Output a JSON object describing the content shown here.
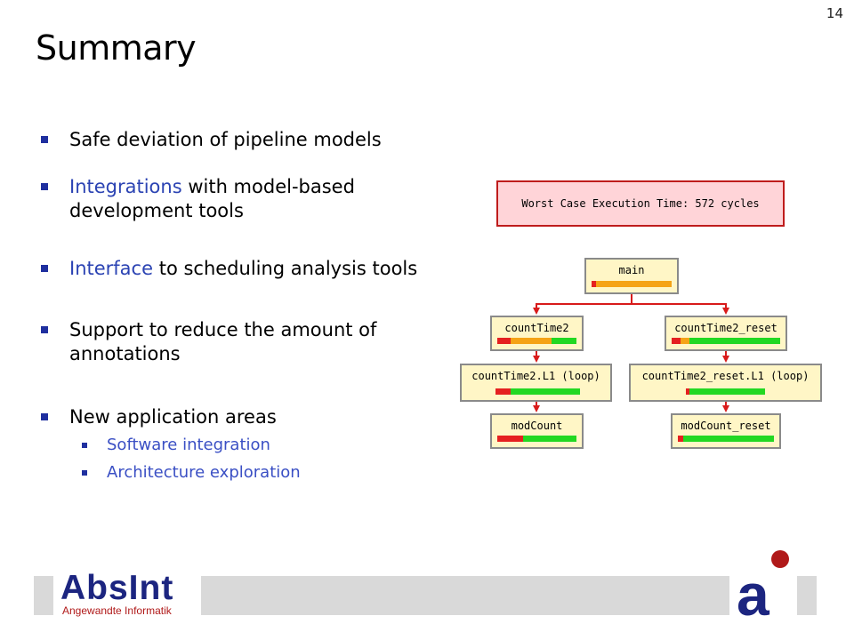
{
  "page_number": "14",
  "title": "Summary",
  "bullets": {
    "b1": "Safe deviation of pipeline models",
    "b2": {
      "hl": "Integrations",
      "rest": " with model-based",
      "line2": "development tools"
    },
    "b3": {
      "hl": "Interface",
      "rest": " to scheduling analysis tools"
    },
    "b4": {
      "line1": "Support to reduce the amount of",
      "line2": "annotations"
    },
    "b5": "New application areas",
    "sub1": "Software integration",
    "sub2": "Architecture exploration"
  },
  "wcet_label": "Worst Case Execution Time: 572 cycles",
  "call_graph": {
    "main": {
      "label": "main",
      "bar": [
        {
          "color": "#e52020",
          "frac": 0.06
        },
        {
          "color": "#f5a316",
          "frac": 0.94
        }
      ]
    },
    "countTime2": {
      "label": "countTime2",
      "bar": [
        {
          "color": "#e52020",
          "frac": 0.17
        },
        {
          "color": "#f5a316",
          "frac": 0.51
        },
        {
          "color": "#22d822",
          "frac": 0.32
        }
      ]
    },
    "countTime2_reset": {
      "label": "countTime2_reset",
      "bar": [
        {
          "color": "#e52020",
          "frac": 0.08
        },
        {
          "color": "#f5a316",
          "frac": 0.08
        },
        {
          "color": "#22d822",
          "frac": 0.84
        }
      ]
    },
    "countTime2_L1": {
      "label": "countTime2.L1 (loop)",
      "bar": [
        {
          "color": "#e52020",
          "frac": 0.18
        },
        {
          "color": "#22d822",
          "frac": 0.82
        }
      ]
    },
    "countTime2_reset_L1": {
      "label": "countTime2_reset.L1 (loop)",
      "bar": [
        {
          "color": "#e52020",
          "frac": 0.04
        },
        {
          "color": "#22d822",
          "frac": 0.96
        }
      ]
    },
    "modCount": {
      "label": "modCount",
      "bar": [
        {
          "color": "#e52020",
          "frac": 0.33
        },
        {
          "color": "#22d822",
          "frac": 0.67
        }
      ]
    },
    "modCount_reset": {
      "label": "modCount_reset",
      "bar": [
        {
          "color": "#e52020",
          "frac": 0.06
        },
        {
          "color": "#22d822",
          "frac": 0.94
        }
      ]
    }
  },
  "logo": {
    "name": "AbsInt",
    "subtitle": "Angewandte Informatik"
  },
  "colors": {
    "accent_blue": "#2b43b3",
    "arrow_red": "#d81b1b",
    "logo_blue": "#1c2580",
    "logo_red": "#b01919"
  }
}
